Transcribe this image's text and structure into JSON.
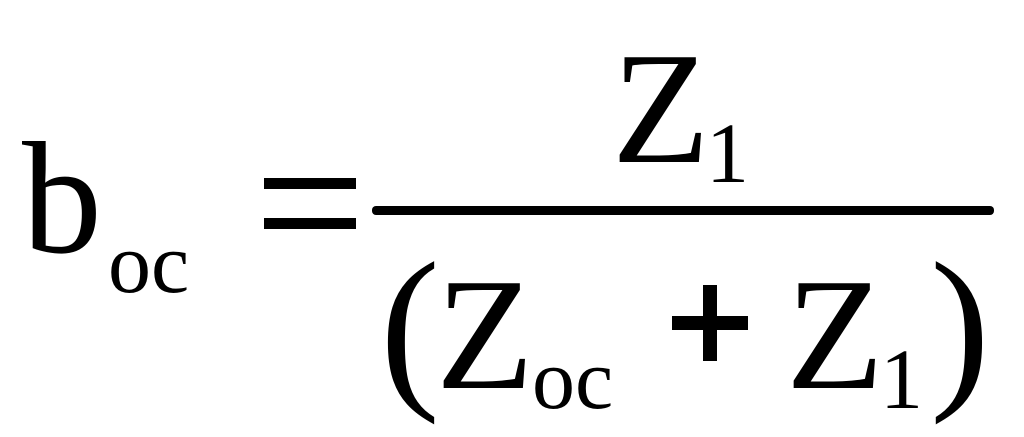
{
  "formula": {
    "lhs": {
      "base": "b",
      "subscript": "oc"
    },
    "relation": "=",
    "numerator": {
      "base": "Z",
      "subscript": "1"
    },
    "denominator": {
      "open_paren": "(",
      "term1": {
        "base": "Z",
        "subscript": "oc"
      },
      "operator": "+",
      "term2": {
        "base": "Z",
        "subscript": "1"
      },
      "close_paren": ")"
    }
  }
}
